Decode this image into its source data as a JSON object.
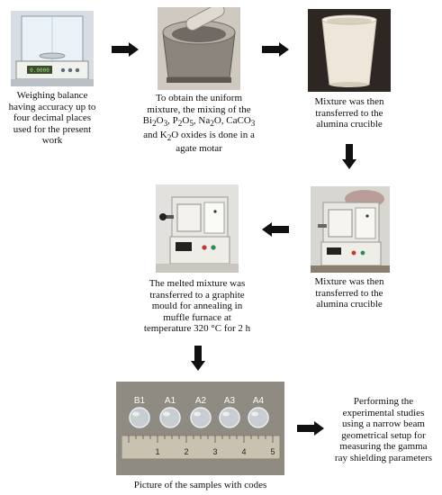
{
  "steps": {
    "weigh": {
      "caption": "Weighing balance having accuracy up to four decimal places used for the present work",
      "display": "0.0000"
    },
    "mix": {
      "caption_parts": [
        "To obtain the uniform mixture, the mixing of the Bi",
        "2",
        "O",
        "3",
        ", P",
        "2",
        "O",
        "5",
        ", Na",
        "2",
        "O, CaCO",
        "3",
        " and K",
        "2",
        "O oxides is done in a agate motar"
      ]
    },
    "crucible_top": {
      "caption": "Mixture was then transferred to the alumina crucible"
    },
    "furnace_right": {
      "caption": "Mixture was then transferred to the alumina crucible"
    },
    "furnace_left": {
      "caption": "The melted mixture was transferred to a graphite mould for annealing in muffle furnace at temperature 320 °C for 2 h"
    },
    "samples": {
      "caption": "Picture of the samples with codes",
      "codes": [
        "B1",
        "A1",
        "A2",
        "A3",
        "A4"
      ],
      "ruler_numbers": [
        "1",
        "2",
        "3",
        "4",
        "5"
      ]
    },
    "final": {
      "caption": "Performing the experimental studies using a narrow beam geometrical setup for measuring the gamma ray shielding parameters"
    }
  },
  "colors": {
    "arrow": "#111111",
    "sample_bg": "#8f8a80",
    "ruler": "#c9c2b0",
    "furnace_body": "#e4e2dc",
    "crucible": "#eee6d8"
  }
}
